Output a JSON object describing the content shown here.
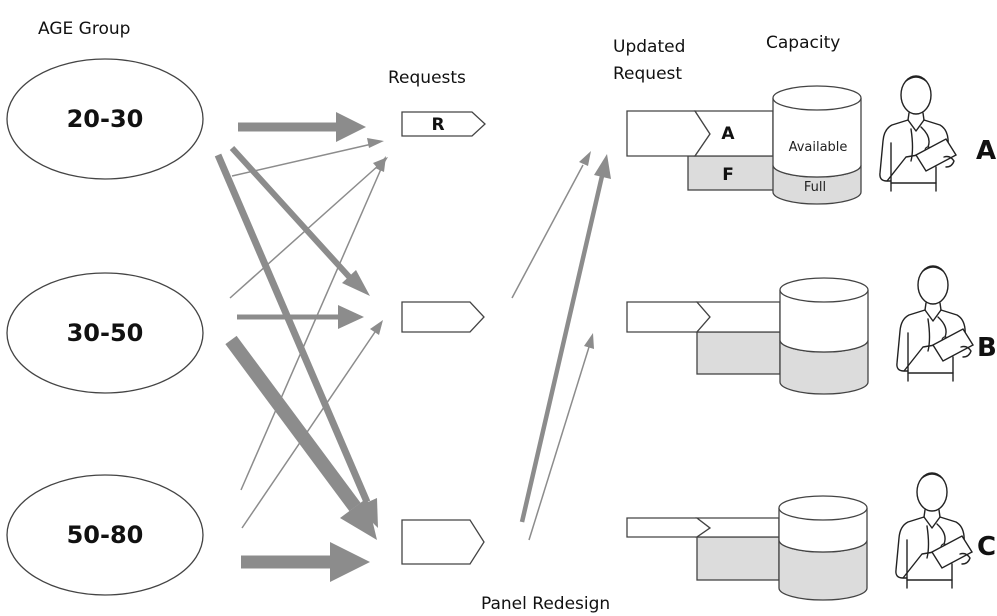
{
  "headers": {
    "age_group": "AGE Group",
    "requests": "Requests",
    "updated_request": [
      "Updated",
      "Request"
    ],
    "capacity": "Capacity",
    "panel_redesign": "Panel Redesign"
  },
  "age_groups": [
    "20-30",
    "30-50",
    "50-80"
  ],
  "request_label": "R",
  "updated_labels": {
    "available": "A",
    "full": "F"
  },
  "capacity_labels": {
    "available": "Available",
    "full": "Full"
  },
  "doctors": [
    "A",
    "B",
    "C"
  ],
  "colors": {
    "arrow": "#8c8c8c",
    "full_fill": "#dcdcdc",
    "outline": "#444444"
  },
  "icons": {
    "doctor": "doctor-icon",
    "cylinder": "capacity-cylinder-icon"
  }
}
